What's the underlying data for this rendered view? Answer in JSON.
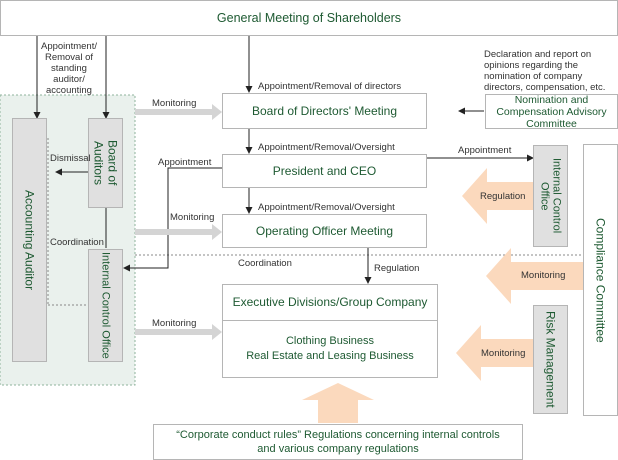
{
  "nodes": {
    "shareholders": "General Meeting of Shareholders",
    "board_of_directors": "Board of Directors' Meeting",
    "nomination_committee": "Nomination and Compensation Advisory Committee",
    "president": "President and CEO",
    "operating_officer": "Operating Officer Meeting",
    "executive_divisions": "Executive Divisions/Group Company",
    "business_1": "Clothing Business",
    "business_2": "Real Estate and Leasing Business",
    "regulations": "“Corporate conduct rules” Regulations concerning internal controls and various company regulations",
    "accounting_auditor": "Accounting Auditor",
    "board_of_auditors": "Board of Auditors",
    "internal_control_office_left": "Internal Control Office",
    "internal_control_office_right": "Internal Control Office",
    "compliance_committee": "Compliance Committee",
    "risk_management": "Risk Management"
  },
  "edge_labels": {
    "appointment_auditor": "Appointment/ Removal of standing auditor/ accounting",
    "appointment_directors": "Appointment/Removal of directors",
    "declaration": "Declaration and report on opinions regarding the nomination of company directors, compensation, etc.",
    "monitoring_board": "Monitoring",
    "dismissal": "Dismissal",
    "appointment_ceo": "Appointment/Removal/Oversight",
    "appointment_left": "Appointment",
    "appointment_right": "Appointment",
    "monitoring_operating": "Monitoring",
    "appointment_operating": "Appointment/Removal/Oversight",
    "coordination_auditors": "Coordination",
    "coordination_main": "Coordination",
    "regulation_exec": "Regulation",
    "monitoring_exec": "Monitoring",
    "regulation_arrow": "Regulation",
    "monitoring_compliance": "Monitoring",
    "monitoring_risk": "Monitoring"
  }
}
